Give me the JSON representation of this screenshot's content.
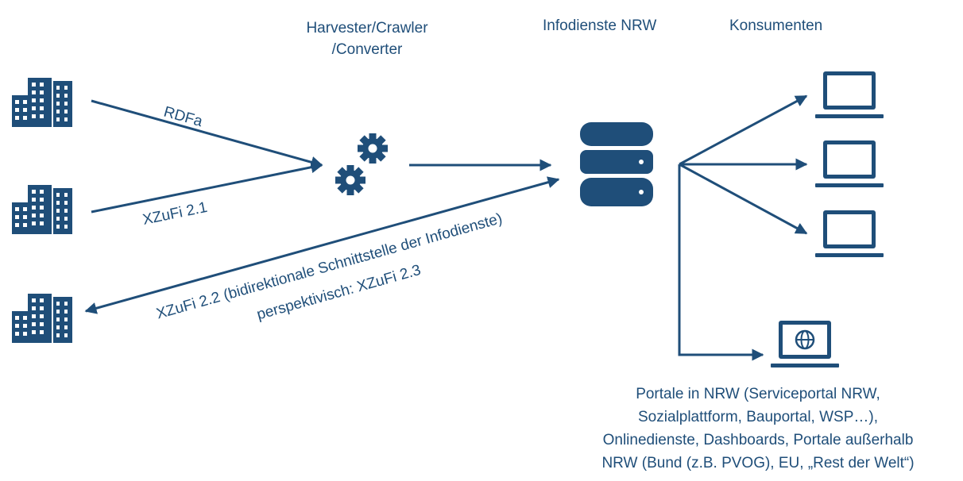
{
  "headers": {
    "harvester_line1": "Harvester/Crawler",
    "harvester_line2": "/Converter",
    "infodienste": "Infodienste NRW",
    "konsumenten": "Konsumenten"
  },
  "arrows": {
    "rdfa": "RDFa",
    "xzufi21": "XZuFi 2.1",
    "xzufi22_line1": "XZuFi 2.2 (bidirektionale Schnittstelle der Infodienste)",
    "xzufi22_line2": "perspektivisch: XZuFi 2.3"
  },
  "portals": {
    "line1": "Portale in NRW (Serviceportal NRW,",
    "line2": "Sozialplattform, Bauportal, WSP…),",
    "line3": "Onlinedienste, Dashboards, Portale außerhalb",
    "line4": "NRW (Bund (z.B. PVOG), EU, „Rest der Welt“)"
  },
  "icons": {
    "building": "building-icon",
    "gears": "gears-icon",
    "database": "database-icon",
    "laptop": "laptop-icon",
    "globe_laptop": "globe-laptop-icon"
  },
  "colors": {
    "primary": "#1f4e79"
  }
}
